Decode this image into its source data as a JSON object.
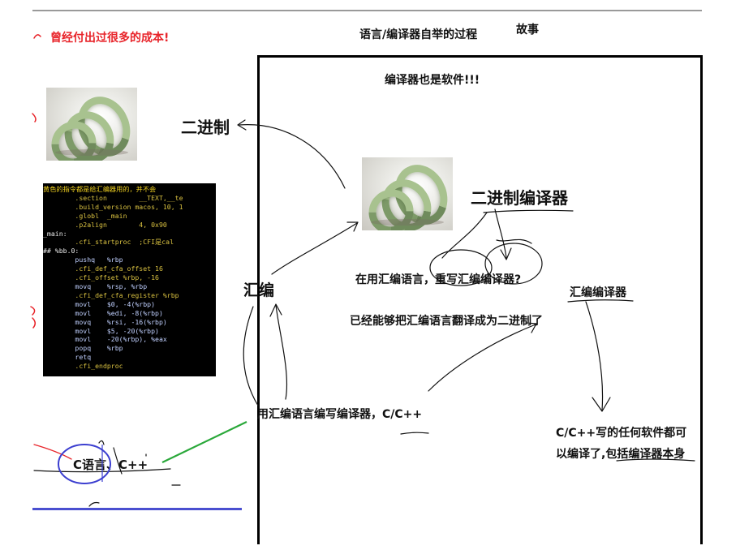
{
  "header": {
    "cost_note": "曾经付出过很多的成本!",
    "title": "语言/编译器自举的过程",
    "story": "故事"
  },
  "diagram": {
    "box_note": "编译器也是软件!!!",
    "binary": "二进制",
    "binary_compiler": "二进制编译器",
    "assembly": "汇编",
    "rewrite_question": "在用汇编语言，重写汇编编译器?",
    "assembler": "汇编编译器",
    "translate_note": "已经能够把汇编语言翻译成为二进制了",
    "write_compiler": "用汇编语言编写编译器，C/C++",
    "c_cpp_line1": "C/C++写的任何软件都可",
    "c_cpp_line2": "以编译了,包括编译器本身",
    "c_lang": "C语言、C++"
  },
  "code_listing": {
    "header": "黄色的指令都是给汇编器用的，并不会",
    "lines": [
      "        .section        __TEXT,__te",
      "        .build_version macos, 10, 1",
      "        .globl  _main",
      "        .p2align        4, 0x90",
      "_main:",
      "        .cfi_startproc  ;CFI是cal",
      "## %bb.0:",
      "        pushq   %rbp",
      "        .cfi_def_cfa_offset 16",
      "        .cfi_offset %rbp, -16",
      "        movq    %rsp, %rbp",
      "        .cfi_def_cfa_register %rbp",
      "        movl    $0, -4(%rbp)",
      "        movl    %edi, -8(%rbp)",
      "        movq    %rsi, -16(%rbp)",
      "        movl    $5, -20(%rbp)",
      "        movl    -20(%rbp), %eax",
      "        popq    %rbp",
      "        retq",
      "        .cfi_endproc"
    ]
  },
  "colors": {
    "accent_red": "#e8242a",
    "ink_black": "#111111",
    "ink_blue": "#3c3fd0",
    "ink_green": "#2aa83a",
    "code_bg": "#000000"
  }
}
